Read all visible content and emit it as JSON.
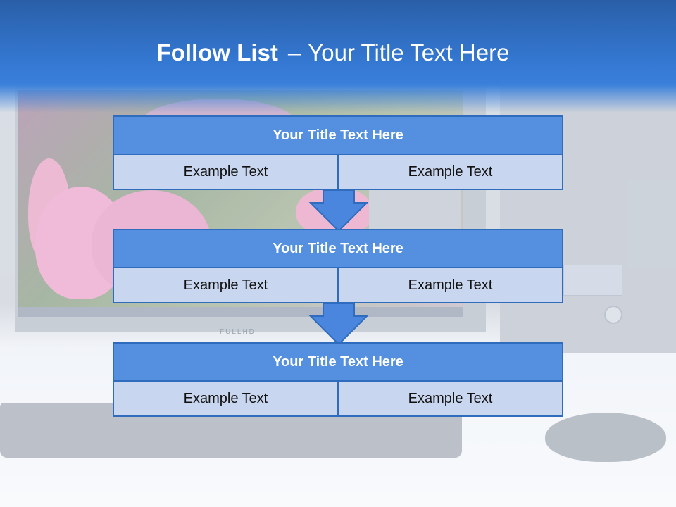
{
  "header": {
    "title_bold": "Follow List",
    "title_separator": "–",
    "title_rest": "Your Title Text Here"
  },
  "background": {
    "monitor_brand": "FULLHD"
  },
  "blocks": [
    {
      "title": "Your Title Text Here",
      "cells": [
        "Example Text",
        "Example Text"
      ]
    },
    {
      "title": "Your Title Text Here",
      "cells": [
        "Example Text",
        "Example Text"
      ]
    },
    {
      "title": "Your Title Text Here",
      "cells": [
        "Example Text",
        "Example Text"
      ]
    }
  ],
  "colors": {
    "header_blue": "#3478d2",
    "block_title_blue": "#5590e0",
    "cell_light_blue": "#c9d6ef",
    "border_blue": "#2f6cbd",
    "arrow_blue": "#4a86de"
  }
}
